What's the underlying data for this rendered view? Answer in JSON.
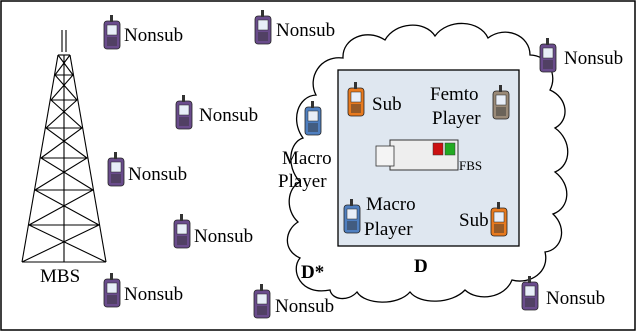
{
  "diagram": {
    "tower_label": "MBS",
    "femto_label": "FBS",
    "region_outer_label": "D*",
    "region_inner_label": "D",
    "nonsub_label": "Nonsub",
    "sub_label": "Sub",
    "macro_player_line1": "Macro",
    "macro_player_line2": "Player",
    "femto_player_line1": "Femto",
    "femto_player_line2": "Player",
    "colors": {
      "nonsub_phone": "#6a4c8c",
      "sub_phone": "#e87a1e",
      "macro_phone": "#4f7fc0",
      "femto_phone": "#9a8a78",
      "femto_led_red": "#cc1111",
      "femto_led_green": "#22aa22",
      "box_fill": "#dfe7f0"
    }
  }
}
